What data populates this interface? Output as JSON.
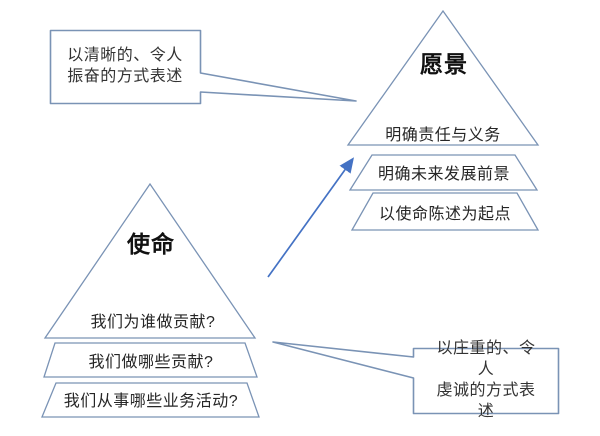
{
  "diagram": {
    "title_hint": "mission-vision-pyramids",
    "vision": {
      "title": "愿景",
      "layers": [
        "明确责任与义务",
        "明确未来发展前景",
        "以使命陈述为起点"
      ]
    },
    "mission": {
      "title": "使命",
      "layers": [
        "我们为谁做贡献?",
        "我们做哪些贡献?",
        "我们从事哪些业务活动?"
      ]
    },
    "callouts": {
      "vision_note": "以清晰的、令人\n振奋的方式表述",
      "mission_note": "以庄重的、令人\n虔诚的方式表述"
    },
    "colors": {
      "shape_outline": "#7a93b5",
      "arrow": "#4472c4",
      "text": "#262626"
    }
  }
}
